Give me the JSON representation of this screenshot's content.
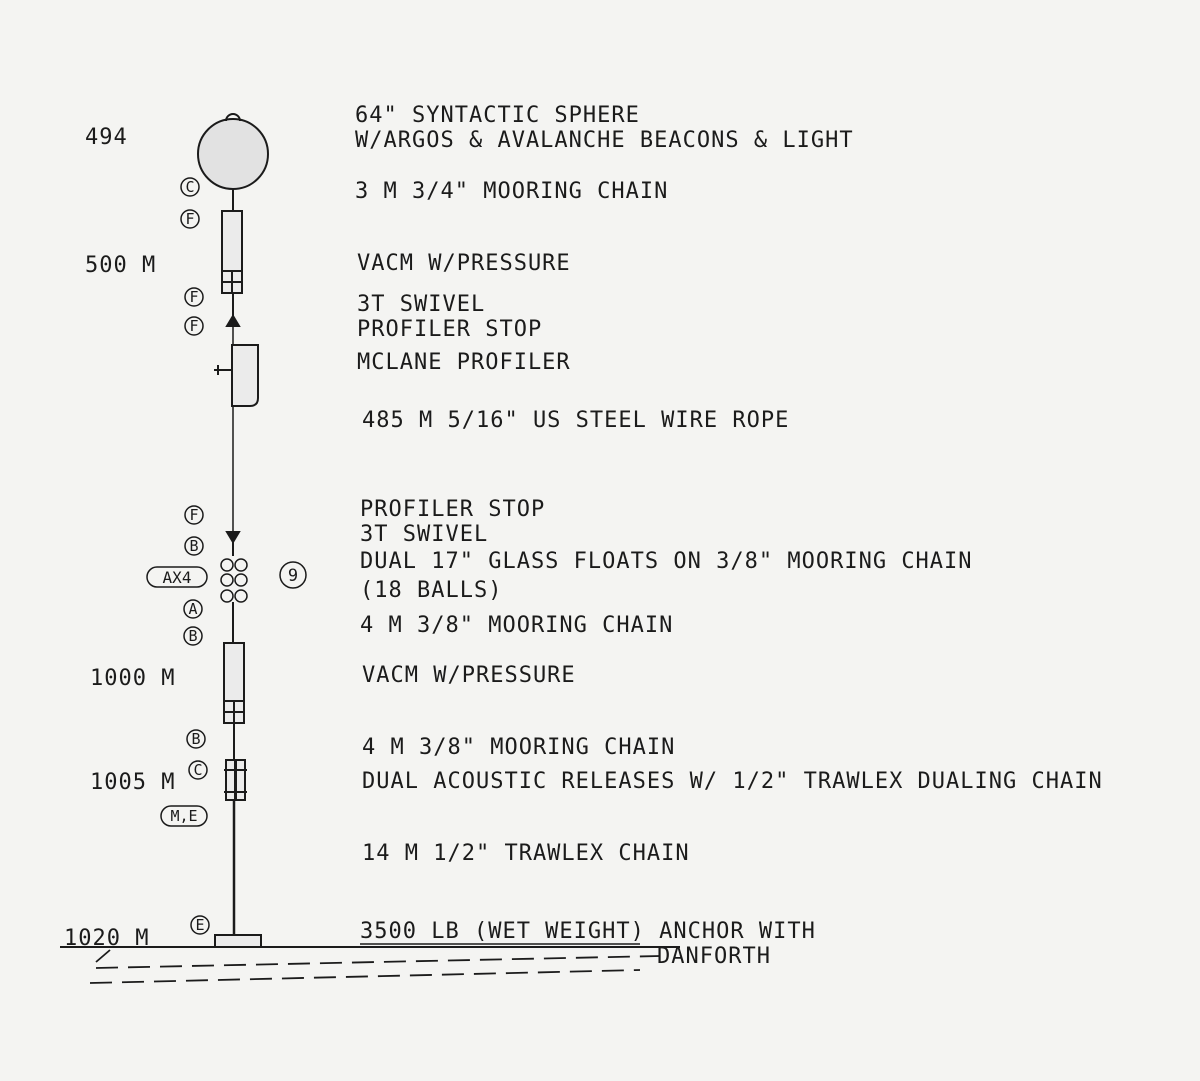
{
  "depths": {
    "d494": "494",
    "d500": "500 M",
    "d1000": "1000 M",
    "d1005": "1005 M",
    "d1020": "1020 M"
  },
  "components": {
    "sphere_line1": "64\" SYNTACTIC SPHERE",
    "sphere_line2": "W/ARGOS & AVALANCHE BEACONS & LIGHT",
    "chain_3m": "3 M 3/4\" MOORING CHAIN",
    "vacm_upper": "VACM W/PRESSURE",
    "swivel_upper": "3T SWIVEL",
    "stop_upper": "PROFILER STOP",
    "profiler": "MCLANE PROFILER",
    "wire_rope": "485 M 5/16\" US STEEL WIRE ROPE",
    "stop_lower": "PROFILER STOP",
    "swivel_lower": "3T SWIVEL",
    "floats_line1": "DUAL 17\" GLASS FLOATS ON 3/8\" MOORING CHAIN",
    "floats_line2": "(18 BALLS)",
    "chain_4m_upper": "4 M 3/8\" MOORING CHAIN",
    "vacm_lower": "VACM W/PRESSURE",
    "chain_4m_lower": "4 M 3/8\" MOORING CHAIN",
    "releases": "DUAL ACOUSTIC RELEASES W/ 1/2\" TRAWLEX DUALING CHAIN",
    "trawlex": "14 M 1/2\" TRAWLEX CHAIN",
    "anchor_line1": "3500 LB (WET WEIGHT) ANCHOR WITH",
    "anchor_line2": "DANFORTH"
  },
  "hardware_codes": {
    "c1": "C",
    "f1": "F",
    "f2": "F",
    "f3": "F",
    "f4": "F",
    "b1": "B",
    "ax4": "AX4",
    "nine": "9",
    "a1": "A",
    "b2": "B",
    "b3": "B",
    "c2": "C",
    "me": "M,E",
    "e1": "E"
  },
  "colors": {
    "ink": "#1b1b1b",
    "paper": "#f4f4f2",
    "sphere": "#e2e2e2"
  }
}
